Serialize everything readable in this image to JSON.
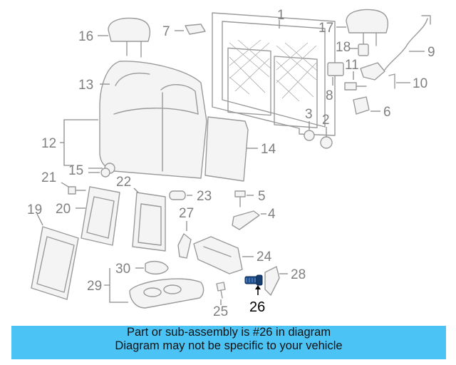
{
  "diagram": {
    "callouts": {
      "p1": "1",
      "p2": "2",
      "p3": "3",
      "p4": "4",
      "p5": "5",
      "p6": "6",
      "p7": "7",
      "p8": "8",
      "p9": "9",
      "p10": "10",
      "p11": "11",
      "p12": "12",
      "p13": "13",
      "p14": "14",
      "p15": "15",
      "p16": "16",
      "p17": "17",
      "p18": "18",
      "p19": "19",
      "p20": "20",
      "p21": "21",
      "p22": "22",
      "p23": "23",
      "p24": "24",
      "p25": "25",
      "p26": "26",
      "p27": "27",
      "p28": "28",
      "p29": "29",
      "p30": "30"
    },
    "highlight_color": "#1f4e8c"
  },
  "banner": {
    "line1": "Part or sub-assembly is #26 in diagram",
    "line2": "Diagram may not be specific to your vehicle",
    "color": "#4cc3f5"
  }
}
